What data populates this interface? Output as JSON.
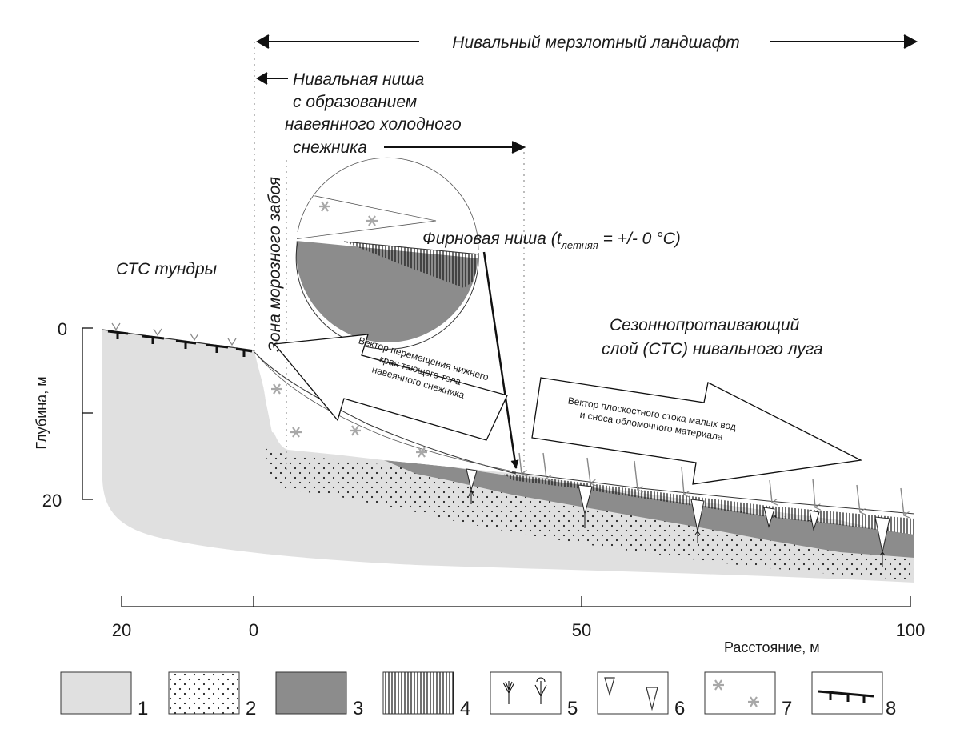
{
  "top_banner": {
    "label": "Нивальный мерзлотный ландшафт"
  },
  "niche_label": {
    "lines": [
      "Нивальная ниша",
      "с образованием",
      "навеянного холодного",
      "снежника"
    ]
  },
  "frost_zone_label": "Зона морозного забоя",
  "tundra_label": "СТС тундры",
  "firn_label": {
    "main": "Фирновая ниша (t",
    "sub": "летняя",
    "rest": " = +/- 0 °C)"
  },
  "meadow_label": {
    "lines": [
      "Сезоннопротаивающий",
      "слой (СТС) нивального луга"
    ]
  },
  "vector_left": {
    "lines": [
      "Вектор перемещения нижнего",
      "края тающего тела",
      "навеянного снежника"
    ]
  },
  "vector_right": {
    "lines": [
      "Вектор плоскостного стока малых вод",
      "и сноса обломочного материала"
    ]
  },
  "y_axis": {
    "title": "Глубина, м",
    "ticks": [
      "0",
      "20"
    ]
  },
  "x_axis": {
    "title": "Расстояние, м",
    "ticks": [
      "20",
      "0",
      "50",
      "100"
    ]
  },
  "legend": {
    "items": [
      "1",
      "2",
      "3",
      "4",
      "5",
      "6",
      "7",
      "8"
    ]
  },
  "colors": {
    "light_gray": "#e0e0e0",
    "dark_gray": "#8c8c8c",
    "star_gray": "#a8a8a8",
    "ink": "#1a1a1a"
  }
}
